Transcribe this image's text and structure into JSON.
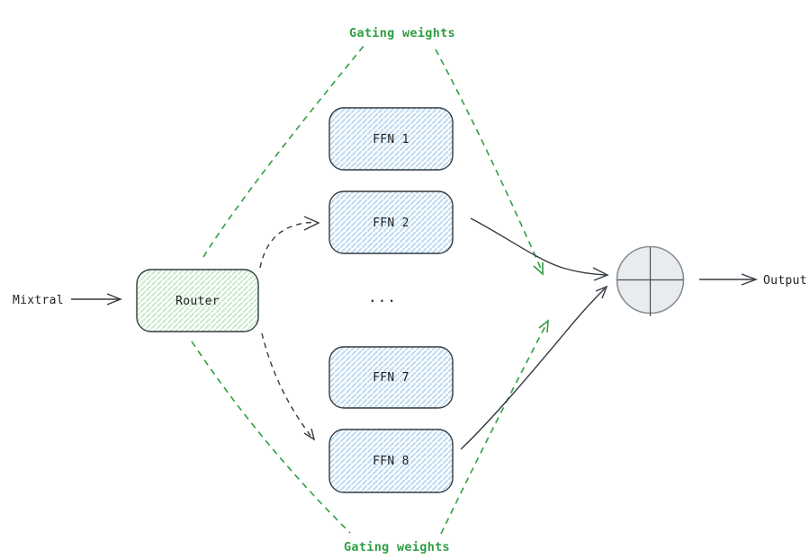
{
  "diagram": {
    "labels": {
      "input": "Mixtral",
      "router": "Router",
      "ellipsis": "...",
      "gating_top": "Gating weights",
      "gating_bottom": "Gating weights",
      "output": "Output"
    },
    "experts": [
      {
        "label": "FFN 1"
      },
      {
        "label": "FFN 2"
      },
      {
        "label": "FFN 7"
      },
      {
        "label": "FFN 8"
      }
    ],
    "colors": {
      "stroke": "#343a40",
      "text": "#1e1e1e",
      "gating_green": "#2f9e44",
      "expert_hachure": "#bedcf3",
      "router_hachure": "#c9ebcd",
      "sum_fill": "#e9ecef",
      "background": "#ffffff"
    }
  }
}
